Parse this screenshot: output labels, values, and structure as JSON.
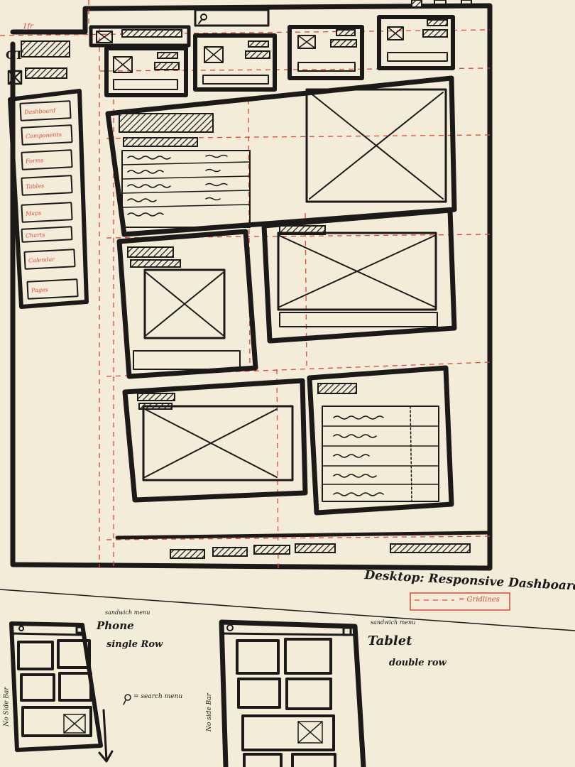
{
  "desktop": {
    "brand": "CT",
    "grid_corner_label": "1fr",
    "sidebar_nav": [
      "Dashboard",
      "Components",
      "Forms",
      "Tables",
      "Maps",
      "Charts",
      "Calendar",
      "Pages"
    ],
    "caption_title": "Desktop: Responsive Dashboard",
    "legend_label": "= Gridlines"
  },
  "phone": {
    "annotation_menu": "sandwich menu",
    "title": "Phone",
    "subtitle": "single Row",
    "search_note": "= search menu",
    "side_note": "No Side Bar"
  },
  "tablet": {
    "annotation_menu": "sandwich menu",
    "title": "Tablet",
    "subtitle": "double row",
    "side_note": "No side Bar"
  },
  "colors": {
    "paper": "#f3ecd9",
    "ink": "#1c1a19",
    "gridlines": "#e0463c"
  }
}
